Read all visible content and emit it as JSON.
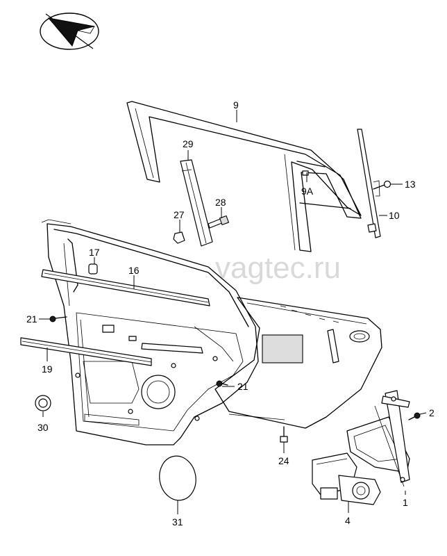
{
  "watermark": "vagtec.ru",
  "direction_icon": "direction-arrow-icon",
  "part_labels": {
    "p9": "9",
    "p29": "29",
    "p9a": "9A",
    "p13": "13",
    "p28": "28",
    "p27": "27",
    "p10": "10",
    "p17": "17",
    "p16": "16",
    "p21a": "21",
    "p19": "19",
    "p21b": "21",
    "p2": "2",
    "p30": "30",
    "p24": "24",
    "p1": "1",
    "p31": "31",
    "p4": "4"
  }
}
